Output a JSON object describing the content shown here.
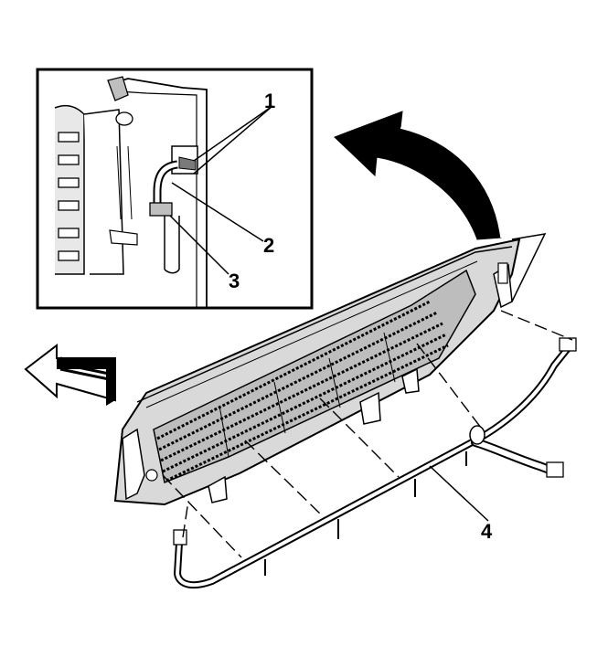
{
  "diagram": {
    "callouts": [
      {
        "id": "1",
        "label": "1"
      },
      {
        "id": "2",
        "label": "2"
      },
      {
        "id": "3",
        "label": "3"
      },
      {
        "id": "4",
        "label": "4"
      }
    ],
    "colors": {
      "line": "#000000",
      "panel_shade": "#d9d9d9",
      "panel_dark": "#8c8c8c",
      "background": "#ffffff"
    },
    "icons": [
      "curved-rotation-arrow-icon",
      "direction-arrow-icon"
    ]
  }
}
